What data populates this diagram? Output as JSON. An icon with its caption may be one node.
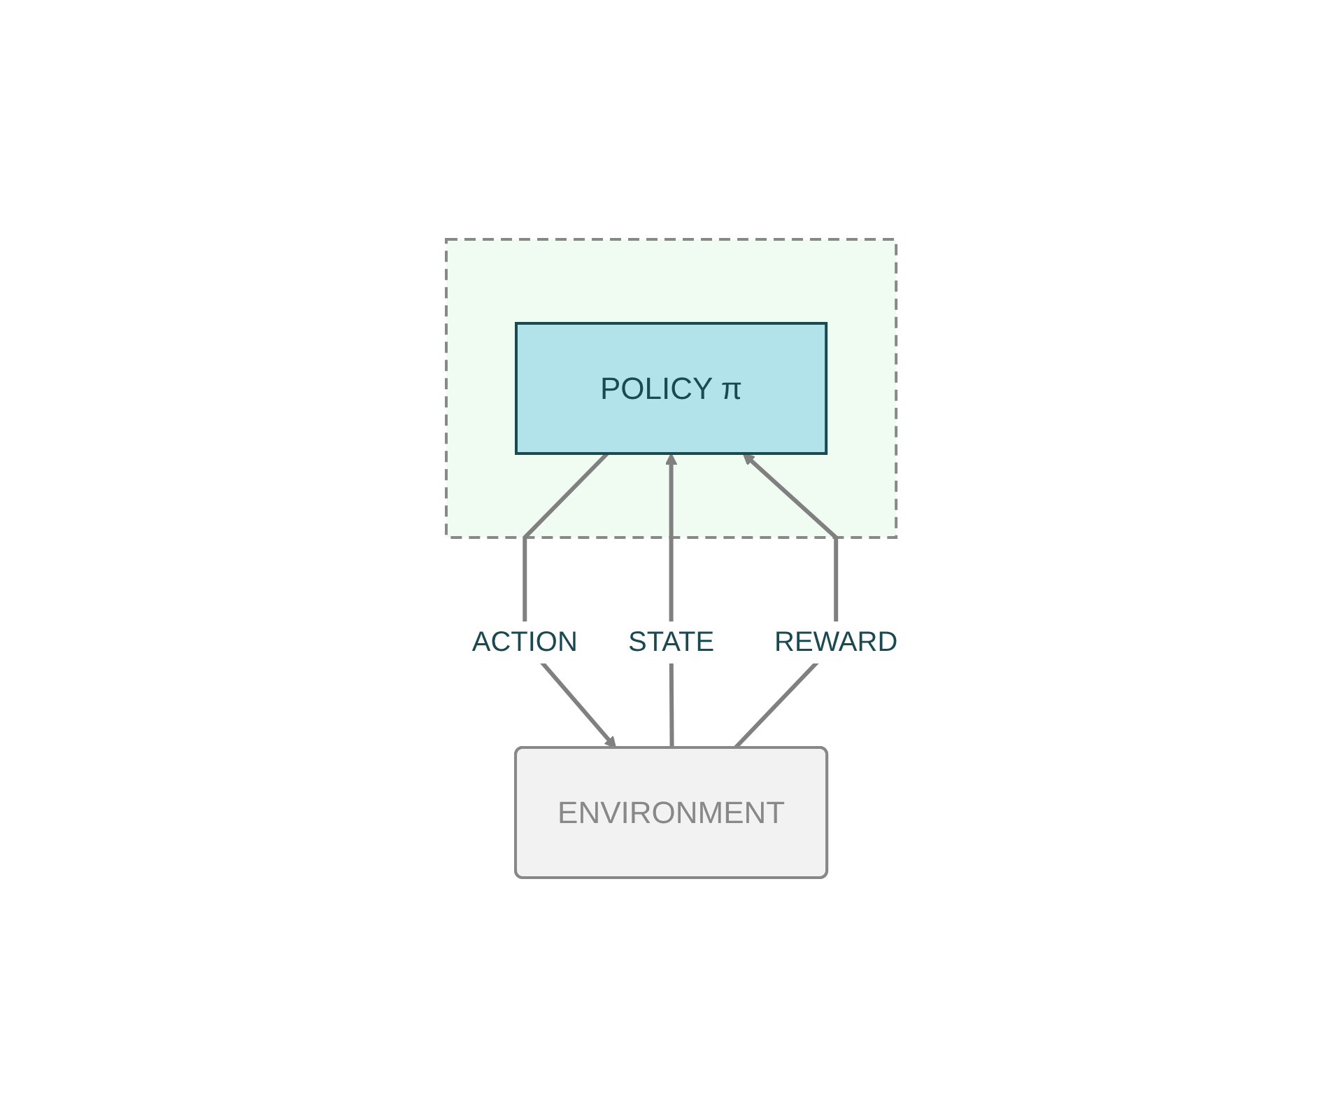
{
  "diagram": {
    "nodes": [
      {
        "text": [],
        "shape": "box"
      },
      {
        "text": [
          "POLICY π"
        ],
        "in": 0
      },
      {
        "text": [
          "ENVIRONMENT"
        ]
      }
    ],
    "edges": [
      {
        "from": 2,
        "to": 1,
        "arrow": "to",
        "label": "STATE"
      },
      {
        "from": 1,
        "to": 2,
        "arrow": "to",
        "label": "ACTION"
      },
      {
        "from": 2,
        "to": 1,
        "arrow": "to",
        "label": "REWARD"
      }
    ]
  }
}
